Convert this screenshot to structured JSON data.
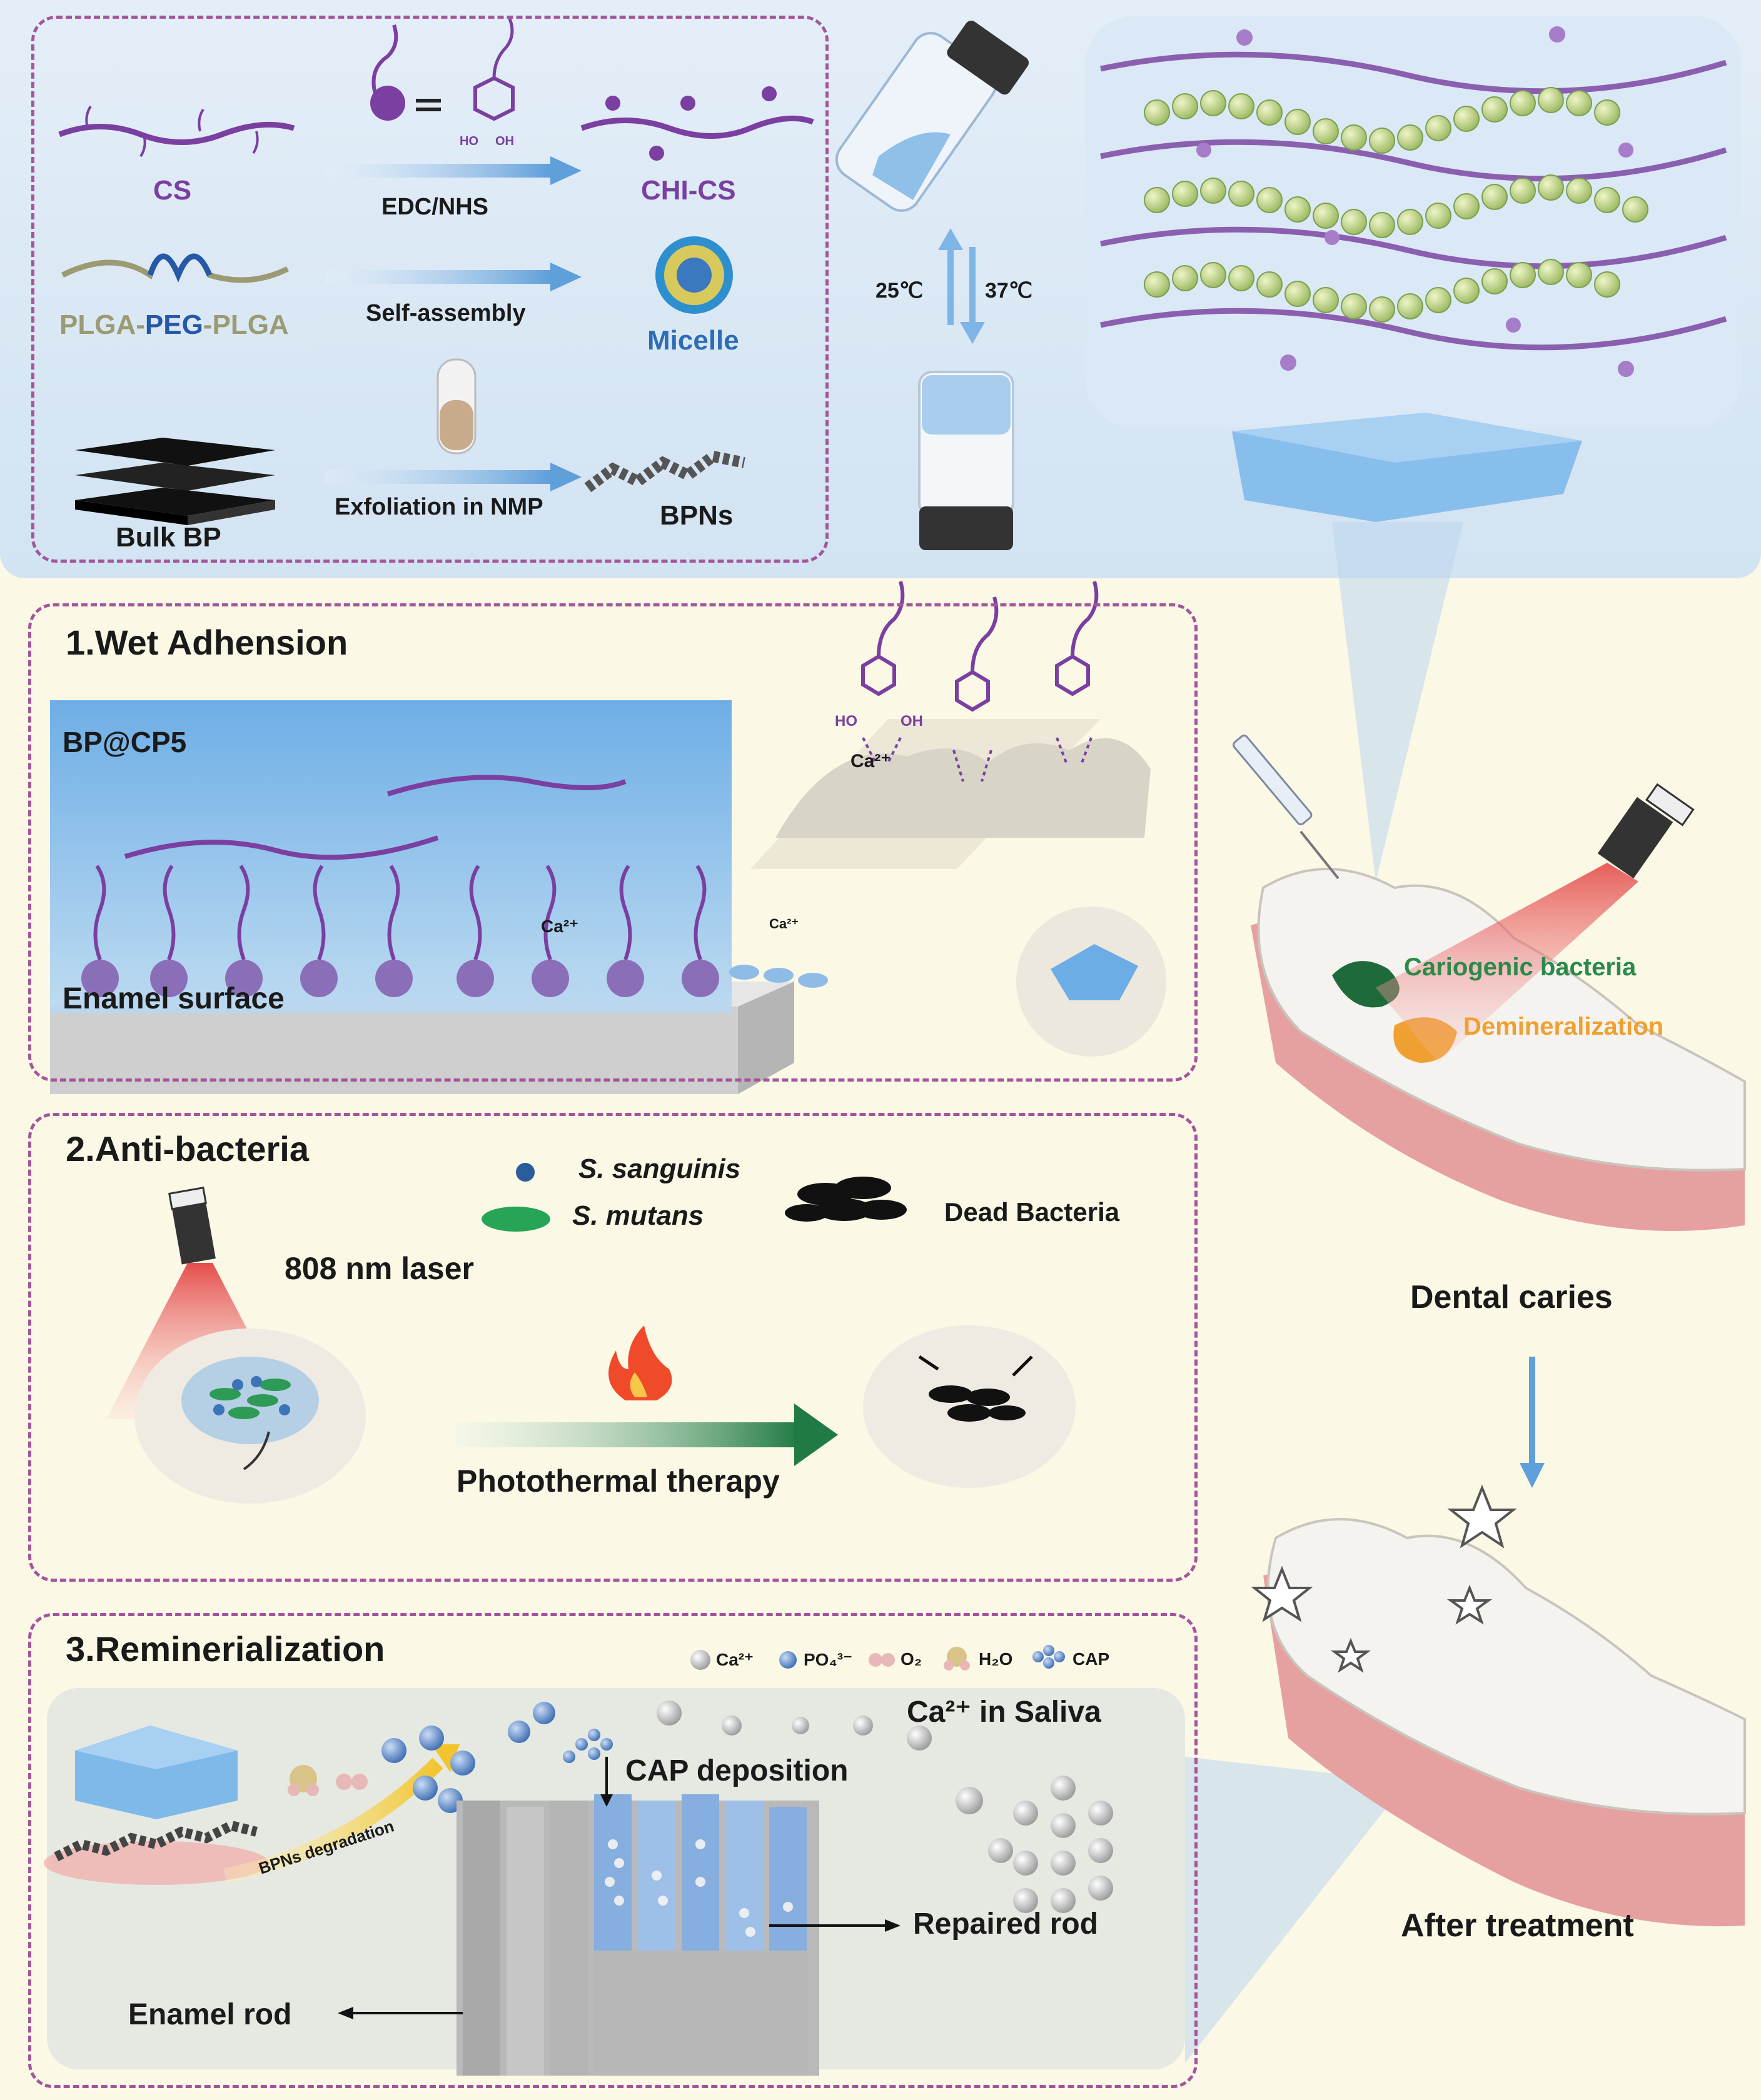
{
  "synthesis": {
    "cs_label": "CS",
    "edc_label": "EDC/NHS",
    "chi_cs_label": "CHI-CS",
    "catechol_ho": "HO",
    "catechol_oh": "OH",
    "plga_part1": "PLGA-",
    "plga_part2": "PEG",
    "plga_part3": "-PLGA",
    "self_assembly_label": "Self-assembly",
    "micelle_label": "Micelle",
    "bulk_bp_label": "Bulk BP",
    "exfoliation_label": "Exfoliation in NMP",
    "bpns_label": "BPNs",
    "temp_low": "25℃",
    "temp_high": "37℃"
  },
  "wet_adhesion": {
    "title": "1.Wet Adhension",
    "gel_label": "BP@CP5",
    "surface_label": "Enamel surface",
    "ca_label": "Ca²⁺",
    "ca_small": "Ca²⁺",
    "zoom_ho": "HO",
    "zoom_oh": "OH",
    "zoom_ca": "Ca²⁺"
  },
  "anti_bacteria": {
    "title": "2.Anti-bacteria",
    "legend_s_sanguinis": "S. sanguinis",
    "legend_s_mutans": "S. mutans",
    "legend_dead": "Dead Bacteria",
    "laser_label": "808 nm laser",
    "therapy_label": "Photothermal therapy"
  },
  "remineralization": {
    "title": "3.Reminerialization",
    "legend_ca": "Ca²⁺",
    "legend_po4": "PO₄³⁻",
    "legend_o2": "O₂",
    "legend_h2o": "H₂O",
    "legend_cap": "CAP",
    "saliva_label": "Ca²⁺ in Saliva",
    "cap_deposition_label": "CAP deposition",
    "bpns_degradation_label": "BPNs degradation",
    "repaired_rod_label": "Repaired rod",
    "enamel_rod_label": "Enamel rod"
  },
  "clinical": {
    "cariogenic_label": "Cariogenic bacteria",
    "demineralization_label": "Demineralization",
    "dental_caries_label": "Dental caries",
    "after_treatment_label": "After treatment"
  },
  "colors": {
    "purple": "#7a3fa0",
    "gel_blue": "#7fb4e6",
    "cariogenic_green": "#2b8a4a",
    "demineral_orange": "#f0a030",
    "gum_pink": "#e7a0a0",
    "arrow_blue": "#6aa3d8"
  },
  "icons": [
    "syringe-icon",
    "laser-icon",
    "fire-icon",
    "star-icon",
    "vial-icon",
    "tooth-icon"
  ]
}
